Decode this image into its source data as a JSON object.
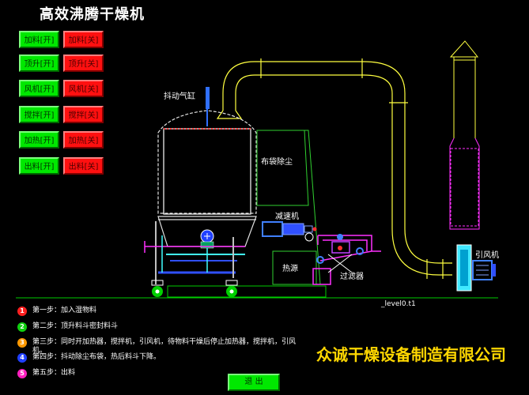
{
  "title": "高效沸腾干燥机",
  "controls": [
    {
      "on": "加料[开]",
      "off": "加料[关]"
    },
    {
      "on": "顶升[开]",
      "off": "顶升[关]"
    },
    {
      "on": "风机[开]",
      "off": "风机[关]"
    },
    {
      "on": "搅拌[开]",
      "off": "搅拌[关]"
    },
    {
      "on": "加热[开]",
      "off": "加热[关]"
    },
    {
      "on": "出料[开]",
      "off": "出料[关]"
    }
  ],
  "diagram_labels": {
    "cylinder": "抖动气缸",
    "bag_filter": "布袋除尘",
    "reducer": "减速机",
    "heat_source": "热源",
    "filter": "过滤器",
    "fan": "引风机"
  },
  "file_label": "_level0.t1",
  "steps": [
    {
      "num": "1",
      "color": "#ff2020",
      "text": "第一步：加入湿物料"
    },
    {
      "num": "2",
      "color": "#10d010",
      "text": "第二步：顶升料斗密封料斗"
    },
    {
      "num": "3",
      "color": "#ff9900",
      "text": "第三步：同时开加热器，搅拌机，引风机，待物料干燥后停止加热器，搅拌机，引风机。"
    },
    {
      "num": "4",
      "color": "#2040ff",
      "text": "第四步：抖动除尘布袋，热后料斗下降。"
    },
    {
      "num": "5",
      "color": "#ff20c0",
      "text": "第五步：出料"
    }
  ],
  "company": "众诚干燥设备制造有限公司",
  "exit_label": "退 出"
}
